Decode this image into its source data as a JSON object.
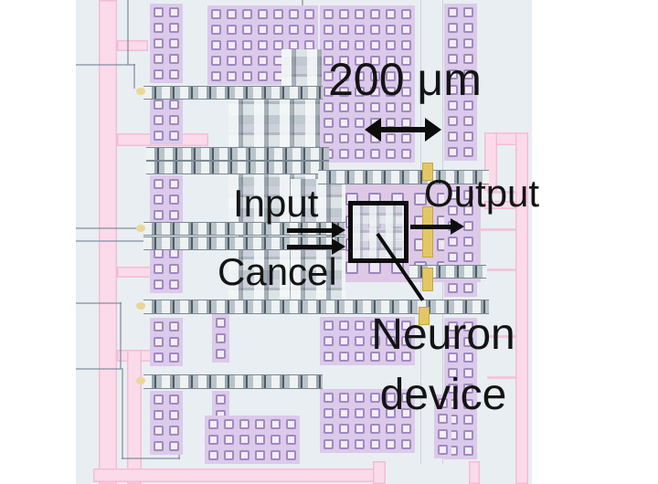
{
  "annotations": {
    "scale_label": "200 μm",
    "input_label": "Input",
    "cancel_label": "Cancel",
    "output_label": "Output",
    "neuron_device_label": [
      "Neuron",
      "device"
    ]
  },
  "colors": {
    "photo_background": "#e9eef2",
    "metal_trace_pink": "#fbdbe9",
    "pad_lavender": "#dbcaea",
    "pad_square_fill": "#f2edf6",
    "pad_square_border": "#a189c2",
    "via_pad_yellow": "#e3c766",
    "circuit_row_gray": "#b9c3ca",
    "annotation_black": "#0d0d0d"
  }
}
